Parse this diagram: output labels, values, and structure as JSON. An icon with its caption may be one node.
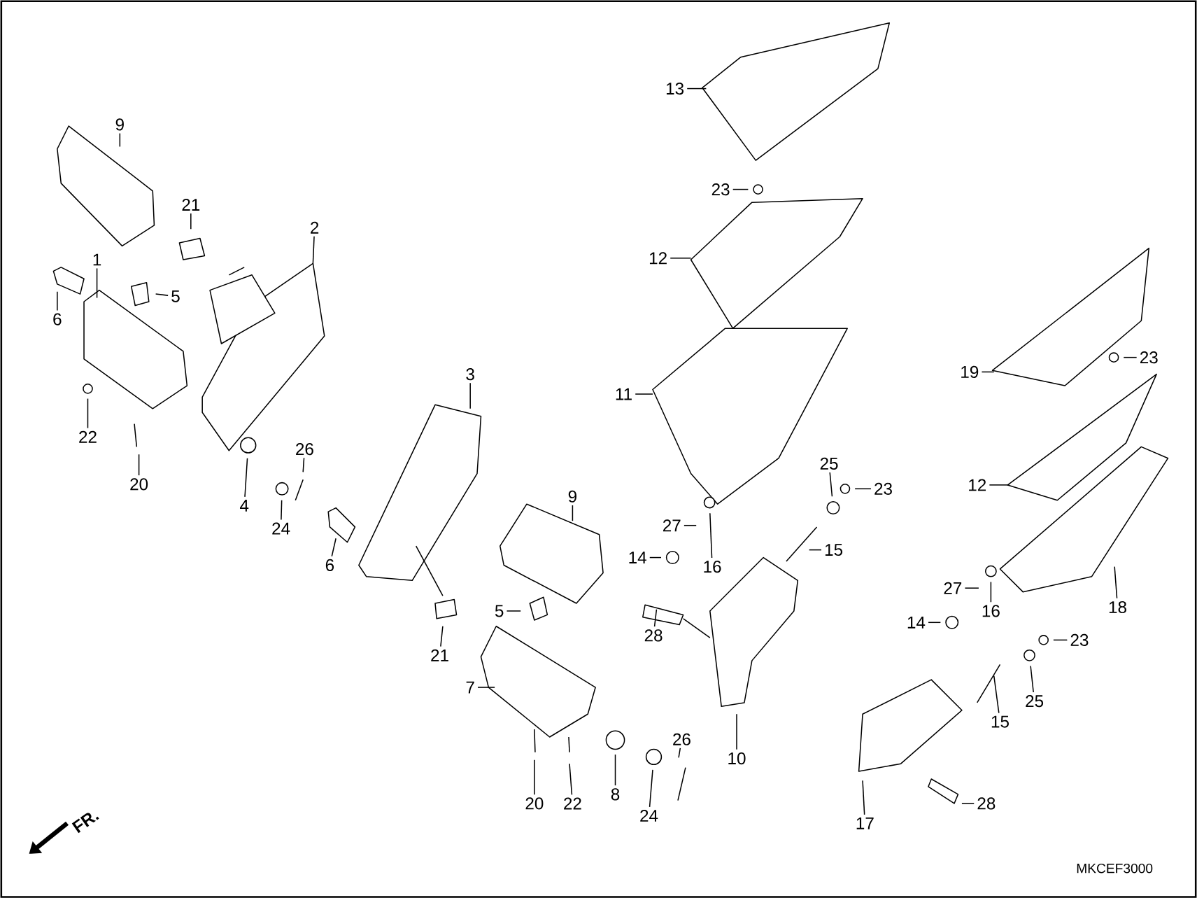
{
  "diagram": {
    "nodes": [
      {
        "text": [
          "9"
        ]
      },
      {
        "text": [
          "21"
        ]
      },
      {
        "text": [
          "2"
        ]
      },
      {
        "text": [
          "1"
        ]
      },
      {
        "text": [
          "6"
        ]
      },
      {
        "text": [
          "5"
        ]
      },
      {
        "text": [
          "22"
        ]
      },
      {
        "text": [
          "20"
        ]
      },
      {
        "text": [
          "4"
        ]
      },
      {
        "text": [
          "24"
        ]
      },
      {
        "text": [
          "26"
        ]
      },
      {
        "text": [
          "3"
        ]
      },
      {
        "text": [
          "6"
        ]
      },
      {
        "text": [
          "21"
        ]
      },
      {
        "text": [
          "9"
        ]
      },
      {
        "text": [
          "5"
        ]
      },
      {
        "text": [
          "7"
        ]
      },
      {
        "text": [
          "20"
        ]
      },
      {
        "text": [
          "22"
        ]
      },
      {
        "text": [
          "8"
        ]
      },
      {
        "text": [
          "24"
        ]
      },
      {
        "text": [
          "26"
        ]
      },
      {
        "text": [
          "13"
        ]
      },
      {
        "text": [
          "23"
        ]
      },
      {
        "text": [
          "12"
        ]
      },
      {
        "text": [
          "11"
        ]
      },
      {
        "text": [
          "19"
        ]
      },
      {
        "text": [
          "23"
        ]
      },
      {
        "text": [
          "25"
        ]
      },
      {
        "text": [
          "23"
        ]
      },
      {
        "text": [
          "12"
        ]
      },
      {
        "text": [
          "27"
        ]
      },
      {
        "text": [
          "16"
        ]
      },
      {
        "text": [
          "14"
        ]
      },
      {
        "text": [
          "15"
        ]
      },
      {
        "text": [
          "28"
        ]
      },
      {
        "text": [
          "10"
        ]
      },
      {
        "text": [
          "18"
        ]
      },
      {
        "text": [
          "27"
        ]
      },
      {
        "text": [
          "16"
        ]
      },
      {
        "text": [
          "14"
        ]
      },
      {
        "text": [
          "23"
        ]
      },
      {
        "text": [
          "15"
        ]
      },
      {
        "text": [
          "25"
        ]
      },
      {
        "text": [
          "17"
        ]
      },
      {
        "text": [
          "28"
        ]
      }
    ],
    "edges": [
      {
        "from": 0,
        "to": null,
        "arrow": "none"
      },
      {
        "from": 1,
        "to": null,
        "arrow": "none"
      },
      {
        "from": 2,
        "to": null,
        "arrow": "none"
      },
      {
        "from": 3,
        "to": null,
        "arrow": "none"
      },
      {
        "from": 4,
        "to": null,
        "arrow": "none"
      },
      {
        "from": 5,
        "to": null,
        "arrow": "none"
      },
      {
        "from": 6,
        "to": null,
        "arrow": "none"
      },
      {
        "from": 7,
        "to": null,
        "arrow": "none"
      },
      {
        "from": 8,
        "to": null,
        "arrow": "none"
      },
      {
        "from": 9,
        "to": null,
        "arrow": "none"
      },
      {
        "from": 10,
        "to": null,
        "arrow": "none"
      },
      {
        "from": 11,
        "to": null,
        "arrow": "none"
      },
      {
        "from": 12,
        "to": null,
        "arrow": "none"
      },
      {
        "from": 13,
        "to": null,
        "arrow": "none"
      },
      {
        "from": 14,
        "to": null,
        "arrow": "none"
      },
      {
        "from": 15,
        "to": null,
        "arrow": "none"
      },
      {
        "from": 16,
        "to": null,
        "arrow": "none"
      },
      {
        "from": 17,
        "to": null,
        "arrow": "none"
      },
      {
        "from": 18,
        "to": null,
        "arrow": "none"
      },
      {
        "from": 19,
        "to": null,
        "arrow": "none"
      },
      {
        "from": 20,
        "to": null,
        "arrow": "none"
      },
      {
        "from": 21,
        "to": null,
        "arrow": "none"
      },
      {
        "from": 22,
        "to": null,
        "arrow": "none"
      },
      {
        "from": 23,
        "to": null,
        "arrow": "none"
      },
      {
        "from": 24,
        "to": null,
        "arrow": "none"
      },
      {
        "from": 25,
        "to": null,
        "arrow": "none"
      },
      {
        "from": 26,
        "to": null,
        "arrow": "none"
      },
      {
        "from": 27,
        "to": null,
        "arrow": "none"
      },
      {
        "from": 28,
        "to": null,
        "arrow": "none"
      },
      {
        "from": 29,
        "to": null,
        "arrow": "none"
      },
      {
        "from": 30,
        "to": null,
        "arrow": "none"
      },
      {
        "from": 31,
        "to": null,
        "arrow": "none"
      },
      {
        "from": 32,
        "to": null,
        "arrow": "none"
      },
      {
        "from": 33,
        "to": null,
        "arrow": "none"
      },
      {
        "from": 34,
        "to": null,
        "arrow": "none"
      },
      {
        "from": 35,
        "to": null,
        "arrow": "none"
      },
      {
        "from": 36,
        "to": null,
        "arrow": "none"
      },
      {
        "from": 37,
        "to": null,
        "arrow": "none"
      },
      {
        "from": 38,
        "to": null,
        "arrow": "none"
      },
      {
        "from": 39,
        "to": null,
        "arrow": "none"
      },
      {
        "from": 40,
        "to": null,
        "arrow": "none"
      },
      {
        "from": 41,
        "to": null,
        "arrow": "none"
      },
      {
        "from": 42,
        "to": null,
        "arrow": "none"
      },
      {
        "from": 43,
        "to": null,
        "arrow": "none"
      },
      {
        "from": 44,
        "to": null,
        "arrow": "none"
      },
      {
        "from": 45,
        "to": null,
        "arrow": "none"
      }
    ],
    "labels": [
      "FR.",
      "MKCEF3000"
    ]
  }
}
